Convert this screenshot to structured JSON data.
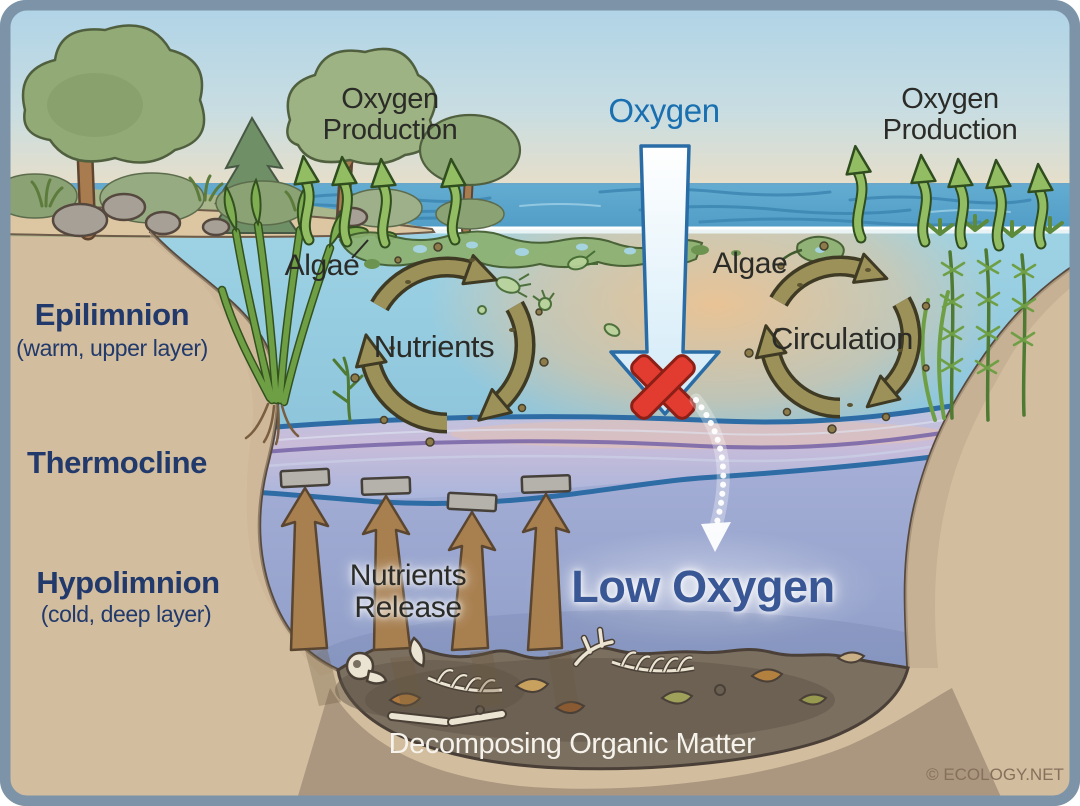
{
  "labels": {
    "oxygen_production": "Oxygen Production",
    "oxygen": "Oxygen",
    "algae": "Algae",
    "nutrients": "Nutrients",
    "circulation": "Circulation",
    "nutrients_release_line1": "Nutrients",
    "nutrients_release_line2": "Release",
    "low_oxygen": "Low Oxygen",
    "decomposing_organic_matter": "Decomposing Organic Matter"
  },
  "layers": {
    "epilimnion": {
      "name": "Epilimnion",
      "description": "(warm, upper layer)"
    },
    "thermocline": {
      "name": "Thermocline"
    },
    "hypolimnion": {
      "name": "Hypolimnion",
      "description": "(cold, deep layer)"
    }
  },
  "credit": "© ECOLOGY.NET",
  "colors": {
    "frame": "#7d93a8",
    "label_dark": "#2b2b28",
    "label_navy": "#21396b",
    "oxygen_blue": "#1a6fb0",
    "low_oxygen_text": "#3a5795",
    "green_arrow": "#93bd62",
    "cycle_arrow": "#9c9159",
    "release_arrow": "#a87f4f",
    "red_x": "#e23c30",
    "thermocline_line": "#2d6ca4",
    "thermocline_purple": "#7b68a8",
    "epilimnion_water": "#9ad2e4",
    "hypolimnion_water": "#98a5cd",
    "sediment": "#7b6f60",
    "bank_tan": "#d2bd9e"
  }
}
